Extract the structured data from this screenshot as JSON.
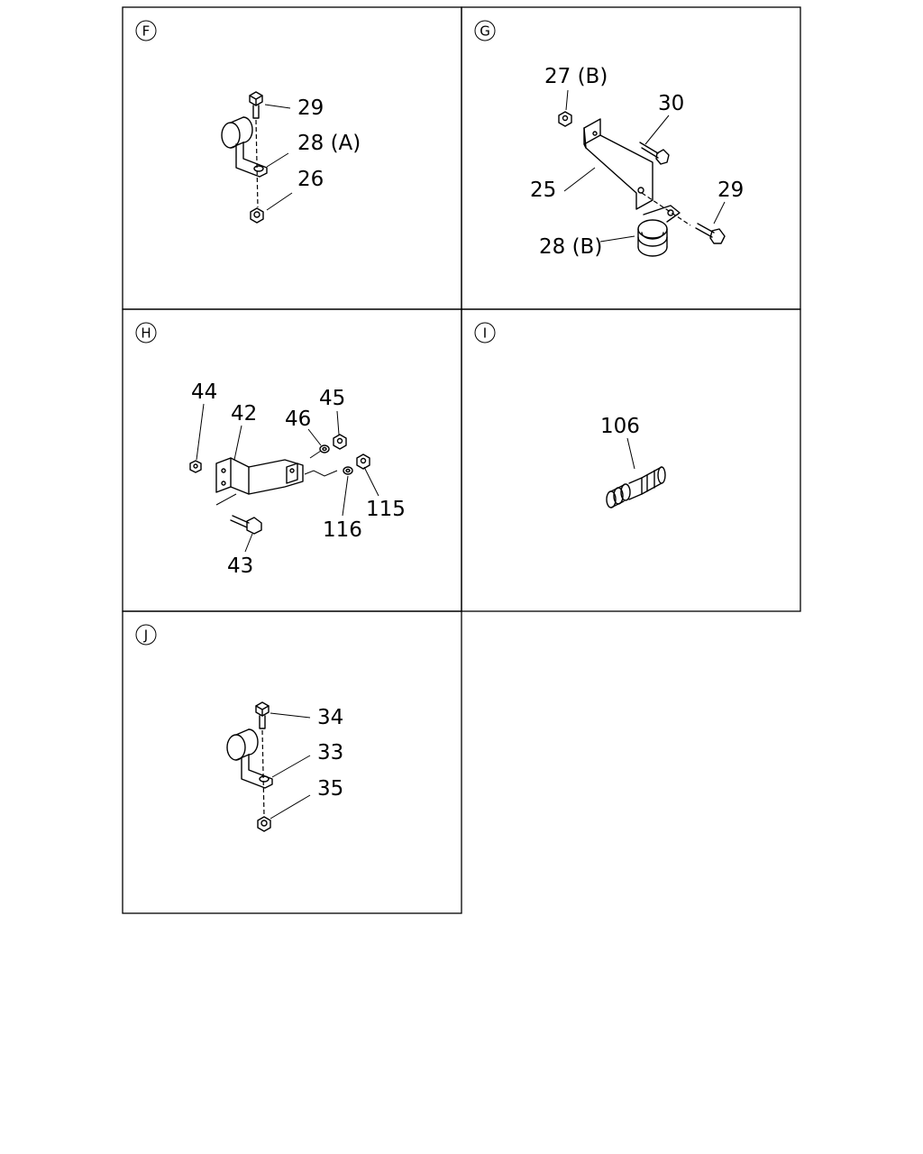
{
  "panels": {
    "F": {
      "marker": "F",
      "labels": {
        "p29": "29",
        "p28a": "28 (A)",
        "p26": "26"
      }
    },
    "G": {
      "marker": "G",
      "labels": {
        "p27b": "27 (B)",
        "p30": "30",
        "p25": "25",
        "p29": "29",
        "p28b": "28 (B)"
      }
    },
    "H": {
      "marker": "H",
      "labels": {
        "p44": "44",
        "p42": "42",
        "p46": "46",
        "p45": "45",
        "p115": "115",
        "p116": "116",
        "p43": "43"
      }
    },
    "I": {
      "marker": "I",
      "labels": {
        "p106": "106"
      }
    },
    "J": {
      "marker": "J",
      "labels": {
        "p34": "34",
        "p33": "33",
        "p35": "35"
      }
    }
  }
}
